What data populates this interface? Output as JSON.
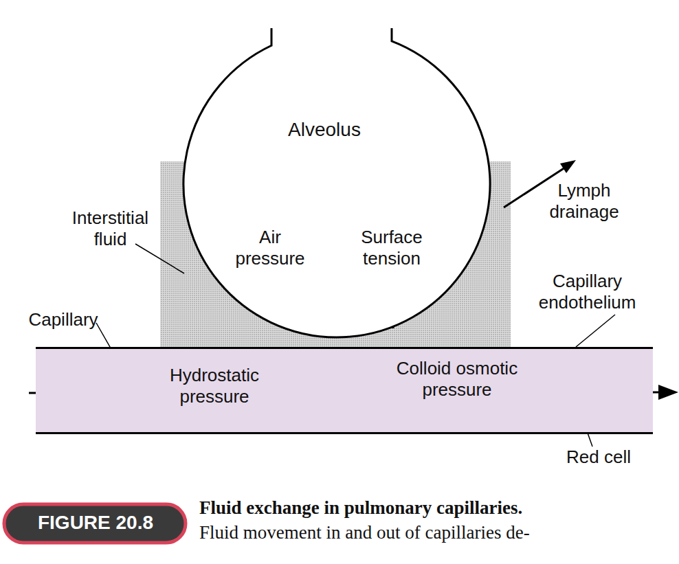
{
  "diagram": {
    "caption": "Fluid exchange in pulmonary capillaries.",
    "nodes": [
      {
        "text": [
          "Alveolus",
          "Air pressure",
          "Surface tension"
        ]
      },
      {
        "text": [
          "Hydrostatic pressure",
          "Colloid osmotic pressure"
        ]
      }
    ],
    "labels": [
      "Interstitial fluid",
      "Capillary",
      "Lymph drainage",
      "Capillary endothelium",
      "Red cell",
      "FIGURE 20.8",
      "Fluid movement in and out of capillaries de-"
    ]
  }
}
